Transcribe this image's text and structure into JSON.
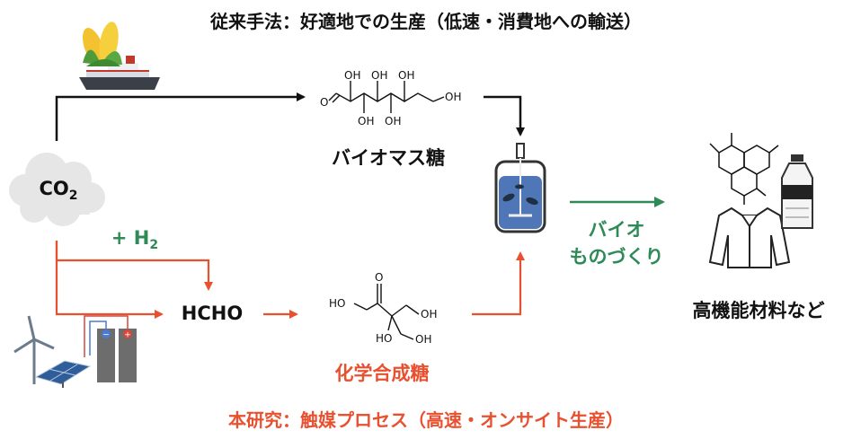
{
  "header": {
    "conventional": "従来手法：好適地での生産（低速・消費地への輸送）"
  },
  "footer": {
    "new_research": "本研究：触媒プロセス（高速・オンサイト生産）"
  },
  "nodes": {
    "co2": "CO",
    "co2_sub": "2",
    "h2": "+ H",
    "h2_sub": "2",
    "hcho": "HCHO",
    "biomass_sugar": "バイオマス糖",
    "chemical_sugar": "化学合成糖",
    "bio_manufacturing_line1": "バイオ",
    "bio_manufacturing_line2": "ものづくり",
    "materials": "高機能材料など"
  },
  "molecules": {
    "oh": "OH",
    "o": "O",
    "ho": "HO"
  },
  "colors": {
    "conventional": "#111111",
    "new_process": "#e8502f",
    "bio": "#2e8b57"
  }
}
